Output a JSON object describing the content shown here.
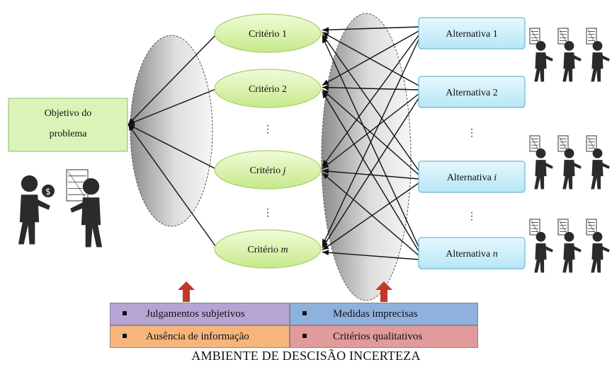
{
  "objective": {
    "line1": "Objetivo do",
    "line2": "problema"
  },
  "criteria": [
    {
      "prefix": "Critério",
      "suffix": "1",
      "italic": false
    },
    {
      "prefix": "Critério",
      "suffix": "2",
      "italic": false
    },
    {
      "prefix": "Critério",
      "suffix": "j",
      "italic": true
    },
    {
      "prefix": "Critério",
      "suffix": "m",
      "italic": true
    }
  ],
  "alternatives": [
    {
      "prefix": "Alternativa",
      "suffix": "1",
      "italic": false
    },
    {
      "prefix": "Alternativa",
      "suffix": "2",
      "italic": false
    },
    {
      "prefix": "Alternativa",
      "suffix": "i",
      "italic": true
    },
    {
      "prefix": "Alternativa",
      "suffix": "n",
      "italic": true
    }
  ],
  "ellipsis": "⋮",
  "uncertainty_table": {
    "subjective": "Julgamentos subjetivos",
    "imprecise": "Medidas imprecisas",
    "missing_info": "Ausência de informação",
    "qualitative": "Critérios qualitativos"
  },
  "caption": "AMBIENTE DE DESCISÃO INCERTEZA",
  "colors": {
    "objective_fill": "#dbf3b8",
    "criterion_fill": "#d6f0a6",
    "alternative_fill": "#c9eefa",
    "alternative_border": "#6fb6d3",
    "arrow_up": "#c0392b",
    "person": "#2b2b2b"
  }
}
